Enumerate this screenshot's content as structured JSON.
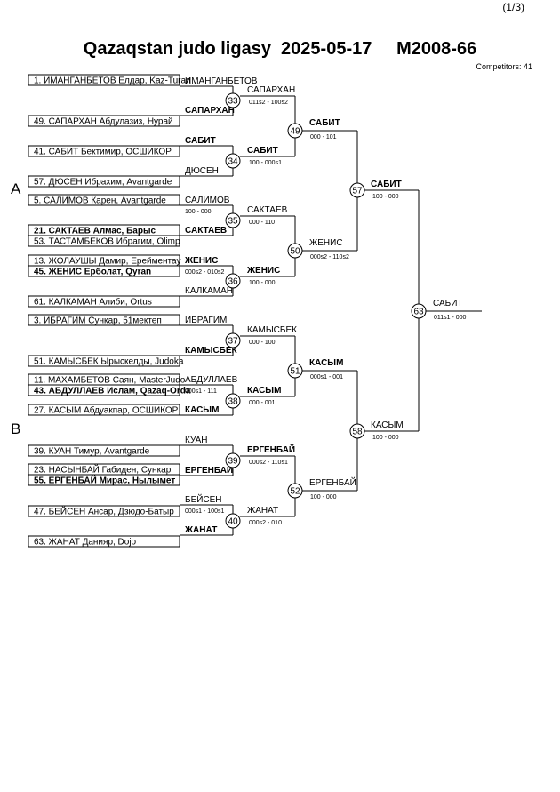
{
  "header": {
    "title": "Qazaqstan judo ligasy  2025-05-17     M2008-66",
    "page": "(1/3)",
    "competitors": "Competitors: 41"
  },
  "pools": [
    {
      "label": "A"
    },
    {
      "label": "B"
    }
  ],
  "entries": [
    {
      "text": "1. ИМАНГАНБЕТОВ Елдар, Kaz-Turan",
      "bold": false
    },
    {
      "text": "49. САПАРХАН Абдулазиз, Нурай",
      "bold": false
    },
    {
      "text": "41. САБИТ Бектимир, ОСШИКОР",
      "bold": false
    },
    {
      "text": "57. ДЮСЕН Ибрахим, Avantgarde",
      "bold": false
    },
    {
      "text": "5. САЛИМОВ Карен, Avantgarde",
      "bold": false
    },
    {
      "text": "21. САКТАЕВ Алмас, Барыс",
      "bold": true
    },
    {
      "text": "53. ТАСТАМБЕКОВ Ибрагим, Olimp",
      "bold": false
    },
    {
      "text": "13. ЖОЛАУШЫ Дамир, Ерейментау",
      "bold": false
    },
    {
      "text": "45. ЖЕНИС Ерболат, Qyran",
      "bold": true
    },
    {
      "text": "61. КАЛКАМАН Алиби, Ortus",
      "bold": false
    },
    {
      "text": "3. ИБРАГИМ Сункар, 51мектеп",
      "bold": false
    },
    {
      "text": "51. КАМЫСБЕК Ырыскелды, Judoka",
      "bold": false
    },
    {
      "text": "11. МАХАМБЕТОВ Саян, MasterJudo",
      "bold": false
    },
    {
      "text": "43. АБДУЛЛАЕВ Ислам, Qazaq-Orda",
      "bold": true
    },
    {
      "text": "27. КАСЫМ Абдуакпар, ОСШИКОР",
      "bold": false
    },
    {
      "text": "39. КУАН Тимур, Avantgarde",
      "bold": false
    },
    {
      "text": "23. НАСЫНБАЙ Габиден, Сункар",
      "bold": false
    },
    {
      "text": "55. ЕРГЕНБАЙ Мирас, Нылымет",
      "bold": true
    },
    {
      "text": "47. БЕЙСЕН Ансар, Дзюдо-Батыр",
      "bold": false
    },
    {
      "text": "63. ЖАНАТ Данияр, Dojo",
      "bold": false
    }
  ],
  "round0": [
    {
      "num": "",
      "top": "ИМАНГАНБЕТОВ",
      "top_bold": false,
      "bottom": "САПАРХАН",
      "bottom_bold": true,
      "winner": "",
      "score": ""
    },
    {
      "num": "",
      "top": "САБИТ",
      "top_bold": true,
      "bottom": "ДЮСЕН",
      "bottom_bold": false,
      "winner": "",
      "score": ""
    },
    {
      "num": "",
      "top": "САЛИМОВ",
      "top_bold": false,
      "bottom": "САКТАЕВ",
      "bottom_bold": true,
      "winner": "",
      "score": "100 - 000"
    },
    {
      "num": "",
      "top": "ЖЕНИС",
      "top_bold": true,
      "bottom": "КАЛКАМАН",
      "bottom_bold": false,
      "winner": "",
      "score": "000s2 - 010s2"
    },
    {
      "num": "",
      "top": "ИБРАГИМ",
      "top_bold": false,
      "bottom": "КАМЫСБЕК",
      "bottom_bold": true,
      "winner": "",
      "score": ""
    },
    {
      "num": "",
      "top": "АБДУЛЛАЕВ",
      "top_bold": false,
      "bottom": "КАСЫМ",
      "bottom_bold": true,
      "winner": "",
      "score": "000s1 - 111"
    },
    {
      "num": "",
      "top": "КУАН",
      "top_bold": false,
      "bottom": "ЕРГЕНБАЙ",
      "bottom_bold": true,
      "winner": "",
      "score": ""
    },
    {
      "num": "",
      "top": "БЕЙСЕН",
      "top_bold": false,
      "bottom": "ЖАНАТ",
      "bottom_bold": true,
      "winner": "",
      "score": "000s1 - 100s1"
    }
  ],
  "round1": [
    {
      "num": "33",
      "winner": "САПАРХАН",
      "winner_bold": false,
      "score": "011s2 - 100s2"
    },
    {
      "num": "34",
      "winner": "САБИТ",
      "winner_bold": true,
      "score": "100 - 000s1"
    },
    {
      "num": "35",
      "winner": "САКТАЕВ",
      "winner_bold": false,
      "score": "000 - 110"
    },
    {
      "num": "36",
      "winner": "ЖЕНИС",
      "winner_bold": true,
      "score": "100 - 000"
    },
    {
      "num": "37",
      "winner": "КАМЫСБЕК",
      "winner_bold": false,
      "score": "000 - 100"
    },
    {
      "num": "38",
      "winner": "КАСЫМ",
      "winner_bold": true,
      "score": "000 - 001"
    },
    {
      "num": "39",
      "winner": "ЕРГЕНБАЙ",
      "winner_bold": true,
      "score": "000s2 - 110s1"
    },
    {
      "num": "40",
      "winner": "ЖАНАТ",
      "winner_bold": false,
      "score": "000s2 - 010"
    }
  ],
  "round2": [
    {
      "num": "49",
      "winner": "САБИТ",
      "winner_bold": true,
      "score": "000 - 101"
    },
    {
      "num": "50",
      "winner": "ЖЕНИС",
      "winner_bold": false,
      "score": "000s2 - 110s2"
    },
    {
      "num": "51",
      "winner": "КАСЫМ",
      "winner_bold": true,
      "score": "000s1 - 001"
    },
    {
      "num": "52",
      "winner": "ЕРГЕНБАЙ",
      "winner_bold": false,
      "score": "100 - 000"
    }
  ],
  "round3": [
    {
      "num": "57",
      "winner": "САБИТ",
      "winner_bold": true,
      "score": "100 - 000"
    },
    {
      "num": "58",
      "winner": "КАСЫМ",
      "winner_bold": false,
      "score": "100 - 000"
    }
  ],
  "final": {
    "num": "63",
    "winner": "САБИТ",
    "winner_bold": false,
    "score": "011s1 - 000"
  }
}
